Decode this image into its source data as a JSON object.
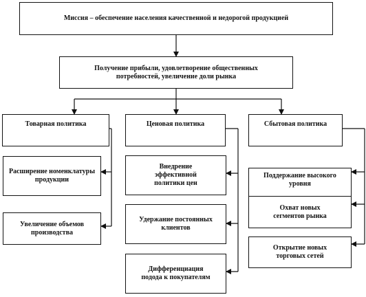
{
  "mission": "Миссия – обеспечение населения качественной и недорогой продукцией",
  "goals": "Получение прибыли, удовлетворение общественных потребностей, увеличение доли рынка",
  "policies": {
    "product": {
      "title": "Товарная политика",
      "items": [
        "Расширение номенклатуры продукции",
        "Увеличение объемов производства"
      ]
    },
    "price": {
      "title": "Ценовая политика",
      "items": [
        "Внедрение эффективной политики цен",
        "Удержание постоянных клиентов",
        "Дифференциация подода к покупателям"
      ]
    },
    "sales": {
      "title": "Сбытовая политика",
      "items": [
        "Поддержание высокого уровня",
        "Охват новых сегментов рынка",
        "Открытие новых торговых сетей"
      ]
    }
  }
}
